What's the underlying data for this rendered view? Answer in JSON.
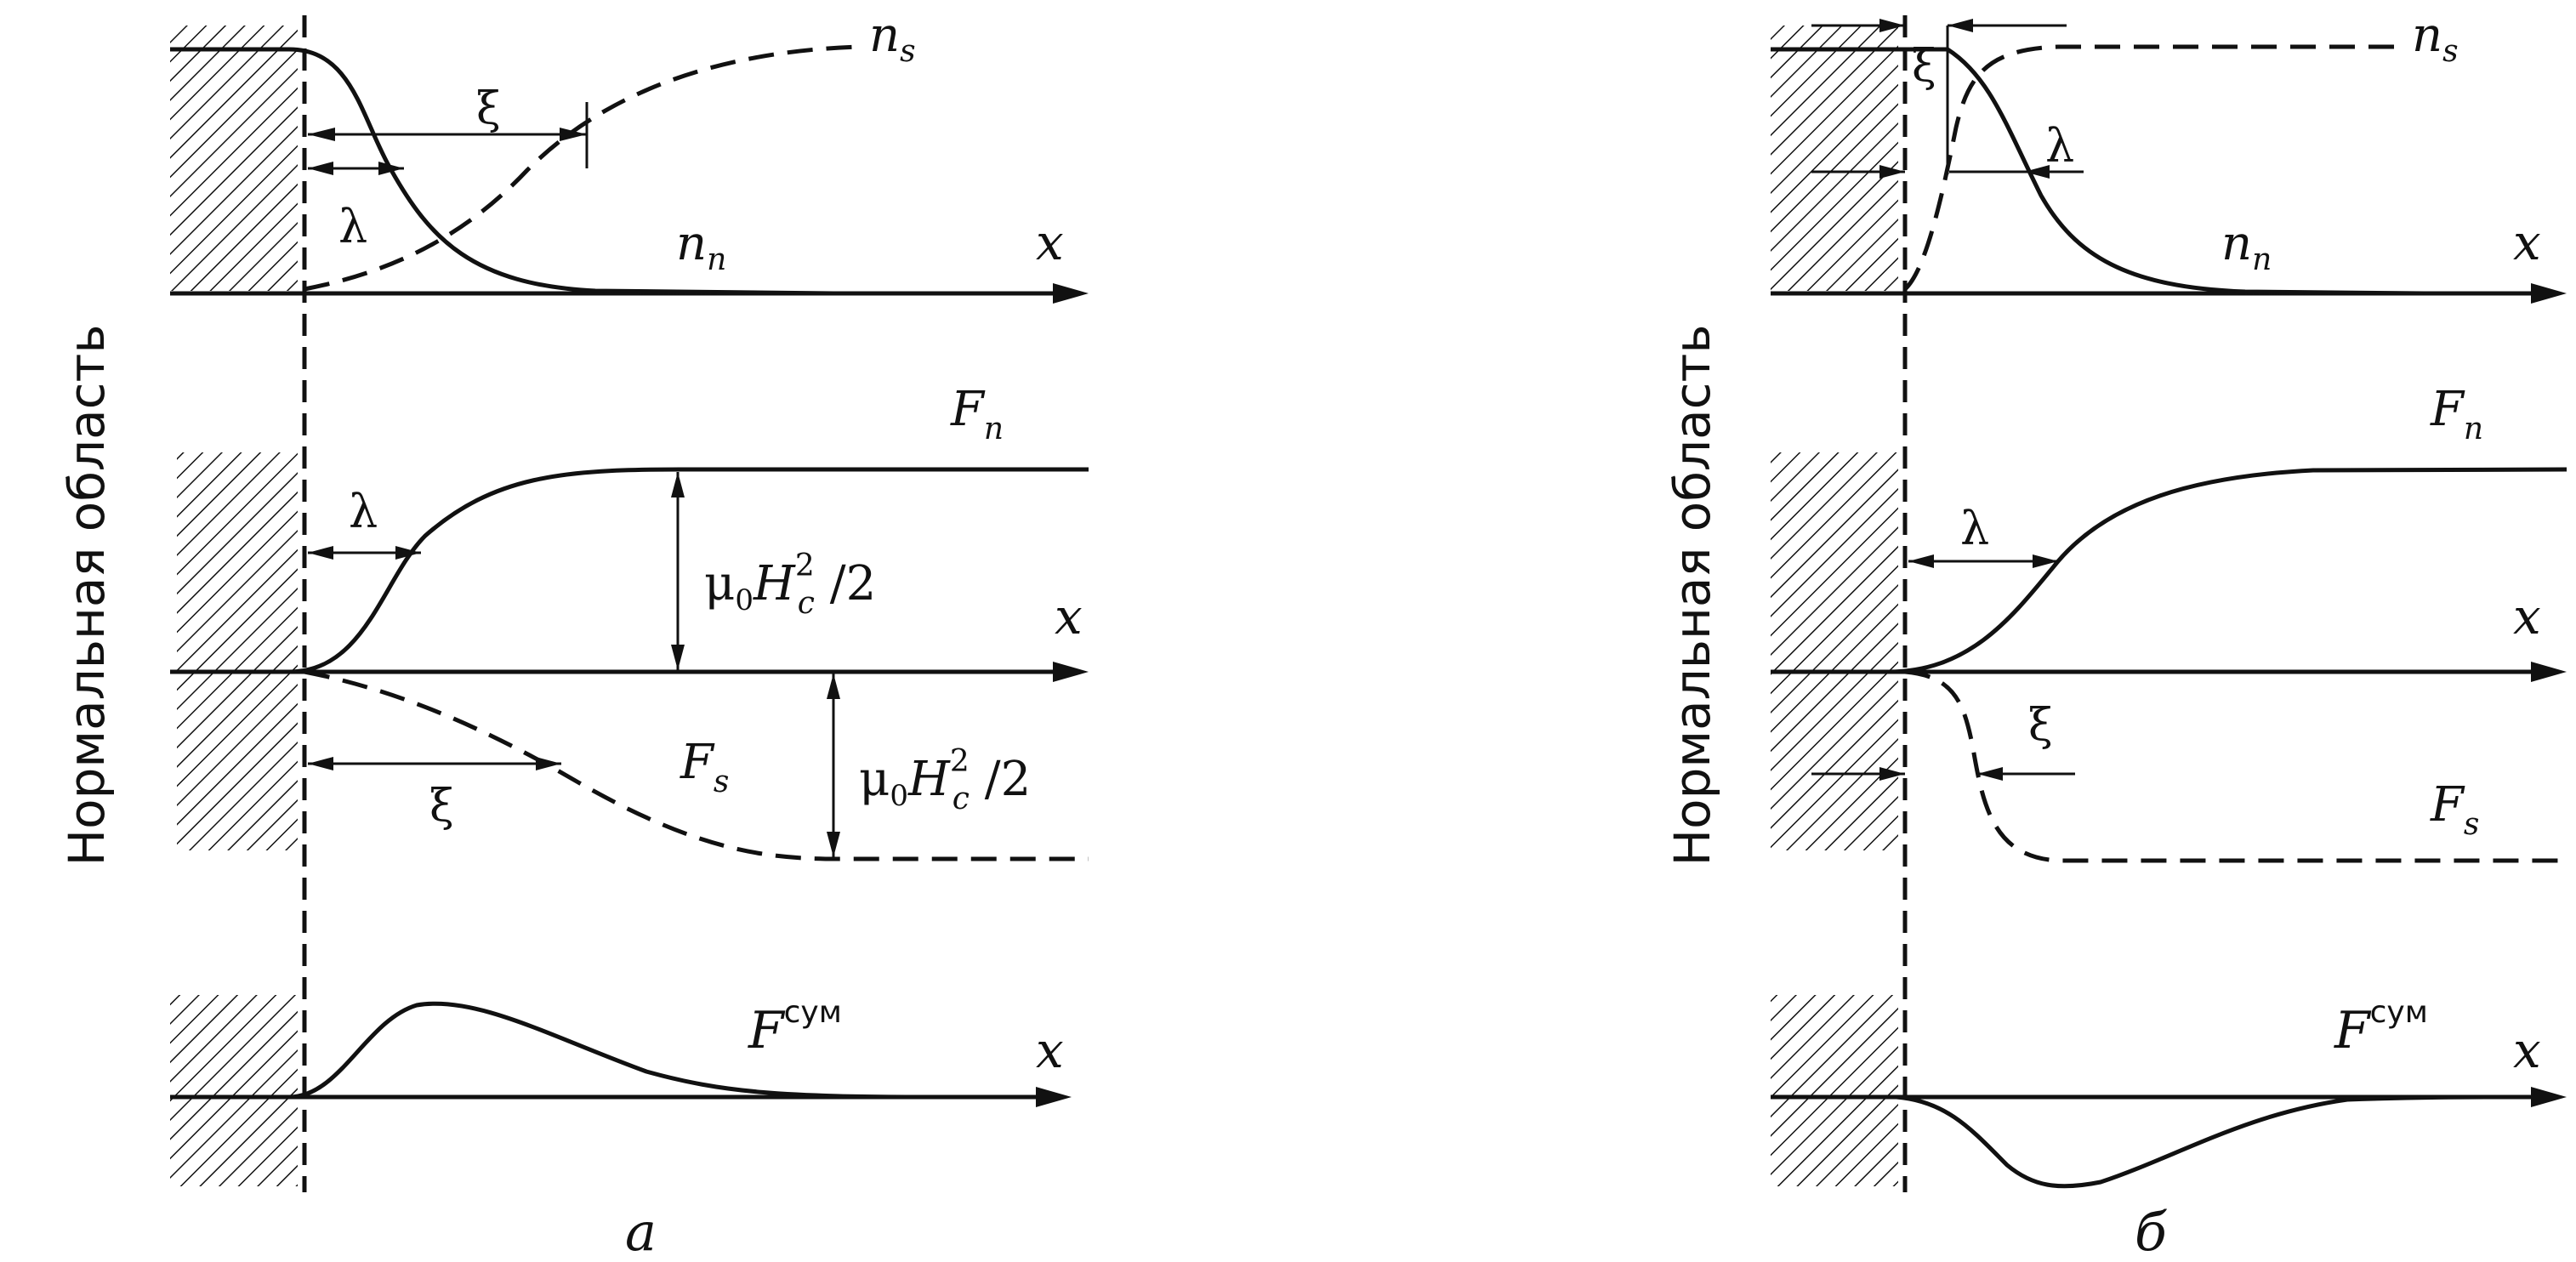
{
  "side_label": "Нормальная область",
  "panel_a": {
    "caption": "а",
    "top": {
      "ns": "n",
      "ns_sub": "s",
      "nn": "n",
      "nn_sub": "n",
      "xi": "ξ",
      "lambda": "λ",
      "x": "x"
    },
    "middle": {
      "Fn": "F",
      "Fn_sub": "n",
      "Fs": "F",
      "Fs_sub": "s",
      "lambda": "λ",
      "xi": "ξ",
      "x": "x",
      "gap_upper": {
        "mu": "μ",
        "mu_sub": "0",
        "H": "H",
        "H_sup": "2",
        "H_sub": "c",
        "tail": " /2"
      },
      "gap_lower": {
        "mu": "μ",
        "mu_sub": "0",
        "H": "H",
        "H_sup": "2",
        "H_sub": "c",
        "tail": " /2"
      }
    },
    "bottom": {
      "F": "F",
      "F_sup": "сум",
      "x": "x"
    }
  },
  "panel_b": {
    "caption": "б",
    "top": {
      "ns": "n",
      "ns_sub": "s",
      "nn": "n",
      "nn_sub": "n",
      "xi": "ξ",
      "lambda": "λ",
      "x": "x"
    },
    "middle": {
      "Fn": "F",
      "Fn_sub": "n",
      "Fs": "F",
      "Fs_sub": "s",
      "lambda": "λ",
      "xi": "ξ",
      "x": "x"
    },
    "bottom": {
      "F": "F",
      "F_sup": "сум",
      "x": "x"
    }
  }
}
